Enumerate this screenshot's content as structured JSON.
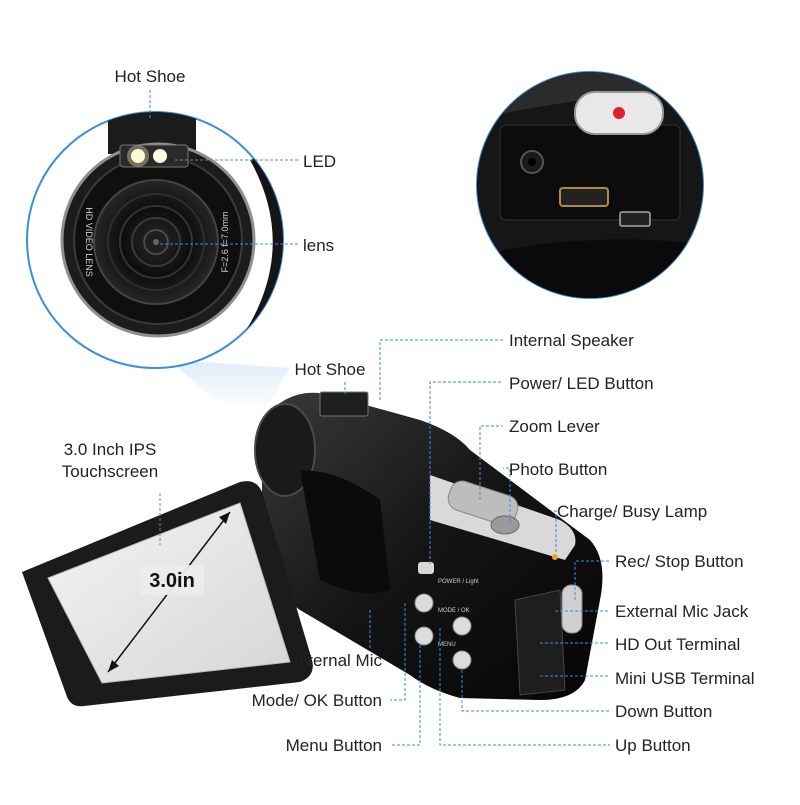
{
  "labels": {
    "hot_shoe_top": "Hot Shoe",
    "led": "LED",
    "lens": "lens",
    "internal_speaker": "Internal Speaker",
    "power_led_button": "Power/ LED Button",
    "hot_shoe_body": "Hot Shoe",
    "zoom_lever": "Zoom Lever",
    "photo_button": "Photo Button",
    "charge_busy_lamp": "Charge/ Busy Lamp",
    "screen_line1": "3.0 Inch IPS",
    "screen_line2": "Touchscreen",
    "rec_stop_button": "Rec/ Stop Button",
    "external_mic_jack": "External Mic Jack",
    "hd_out_terminal": "HD Out Terminal",
    "internal_mic": "Internal Mic",
    "mini_usb_terminal": "Mini USB Terminal",
    "mode_ok_button": "Mode/ OK Button",
    "down_button": "Down Button",
    "menu_button": "Menu Button",
    "up_button": "Up Button"
  },
  "lens_print": {
    "left": "HD VIDEO LENS",
    "right": "F=2.6 f=7.0mm"
  },
  "screen_size": "3.0in",
  "button_print": {
    "power": "POWER / Light",
    "mode": "MODE / OK",
    "menu": "MENU"
  },
  "colors": {
    "leader": "#3a8fd8",
    "text": "#222222",
    "body": "#111111"
  }
}
